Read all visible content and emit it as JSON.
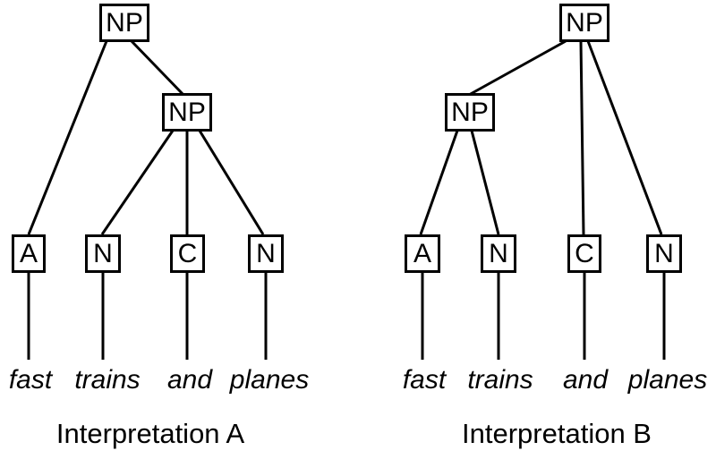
{
  "figure": {
    "background": "#ffffff",
    "ink": "#000000"
  },
  "trees": {
    "a": {
      "caption": "Interpretation A",
      "root_label": "NP",
      "subphrase_label": "NP",
      "leaf_labels": [
        "A",
        "N",
        "C",
        "N"
      ],
      "words": [
        "fast",
        "trains",
        "and",
        "planes"
      ],
      "edges": [
        "NP(root) -> A(fast)",
        "NP(root) -> NP(sub)",
        "NP(sub) -> N(trains)",
        "NP(sub) -> C(and)",
        "NP(sub) -> N(planes)",
        "A -> fast",
        "N -> trains",
        "C -> and",
        "N -> planes"
      ]
    },
    "b": {
      "caption": "Interpretation B",
      "root_label": "NP",
      "subphrase_label": "NP",
      "leaf_labels": [
        "A",
        "N",
        "C",
        "N"
      ],
      "words": [
        "fast",
        "trains",
        "and",
        "planes"
      ],
      "edges": [
        "NP(root) -> NP(sub)",
        "NP(root) -> C(and)",
        "NP(root) -> N(planes)",
        "NP(sub) -> A(fast)",
        "NP(sub) -> N(trains)",
        "A -> fast",
        "N -> trains",
        "C -> and",
        "N -> planes"
      ]
    }
  }
}
